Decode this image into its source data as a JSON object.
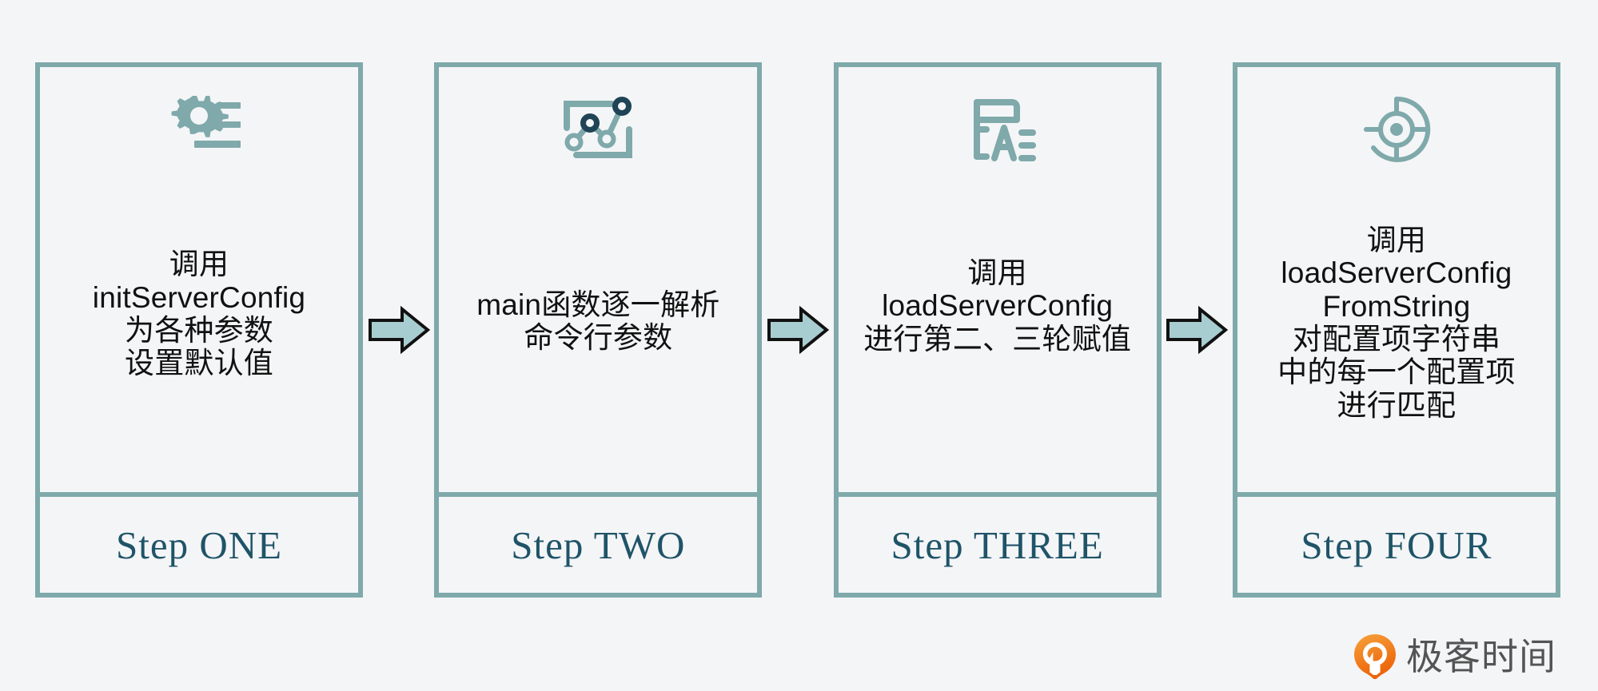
{
  "canvas": {
    "background_color": "#f4f5f7",
    "accent_color": "#7fa9aa",
    "step_label_color": "#1f5468",
    "arrow_fill_color": "#a8cdd1",
    "arrow_stroke_color": "#111111"
  },
  "steps": [
    {
      "icon": "settings-gear-icon",
      "body_text": "调用\ninitServerConfig\n为各种参数\n设置默认值",
      "step_label": "Step ONE"
    },
    {
      "icon": "line-chart-icon",
      "body_text": "main函数逐一解析\n命令行参数",
      "step_label": "Step TWO"
    },
    {
      "icon": "document-text-icon",
      "body_text": "调用\nloadServerConfig\n进行第二、三轮赋值",
      "step_label": "Step THREE"
    },
    {
      "icon": "target-crosshair-icon",
      "body_text": "调用\nloadServerConfig\nFromString\n对配置项字符串\n中的每一个配置项\n进行匹配",
      "step_label": "Step FOUR"
    }
  ],
  "arrows": [
    {
      "name": "arrow-step-one-to-two",
      "direction": "right"
    },
    {
      "name": "arrow-step-two-to-three",
      "direction": "right"
    },
    {
      "name": "arrow-step-three-to-four",
      "direction": "right"
    }
  ],
  "watermark": {
    "brand_name": "极客时间",
    "mark_color_start": "#f7a23b",
    "mark_color_end": "#ec6309",
    "text_color": "#545454"
  }
}
